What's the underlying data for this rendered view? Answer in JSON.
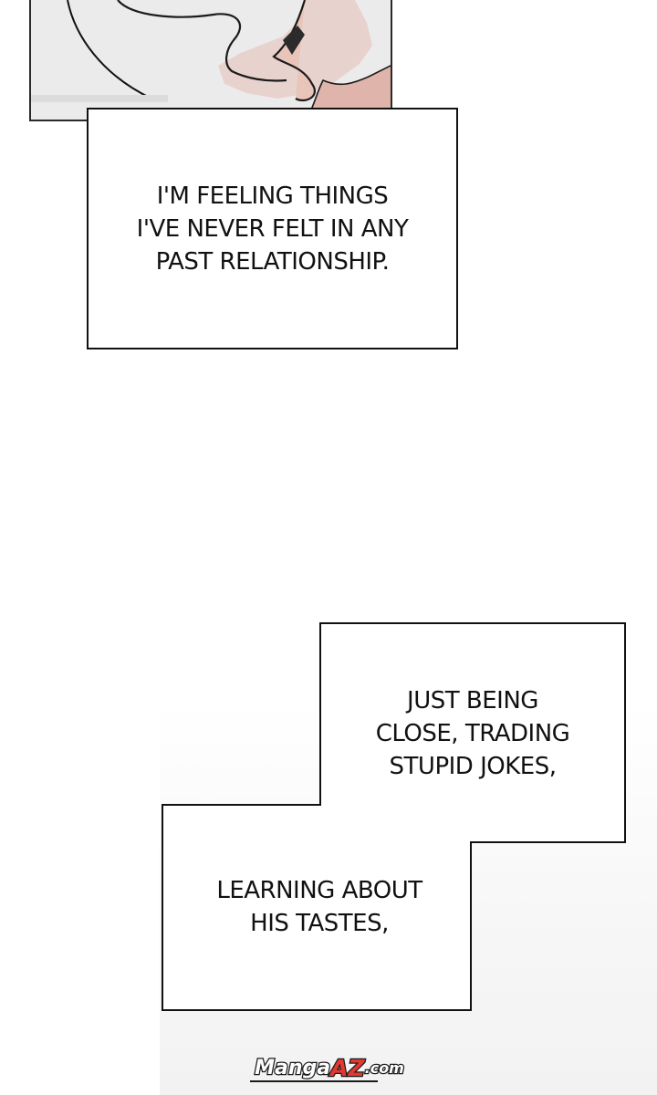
{
  "captions": {
    "first": [
      "I'M FEELING THINGS",
      "I'VE NEVER FELT IN ANY",
      "PAST RELATIONSHIP."
    ],
    "second": [
      "JUST BEING",
      "CLOSE, TRADING",
      "STUPID JOKES,"
    ],
    "third": [
      "LEARNING ABOUT",
      "HIS TASTES,"
    ]
  },
  "watermark": {
    "manga": "Manga",
    "az": "AZ",
    "com": ".com"
  },
  "colors": {
    "panel_bg": "#ecebec",
    "skin": "#e8c9bf",
    "watermark_accent": "#e3382f"
  }
}
